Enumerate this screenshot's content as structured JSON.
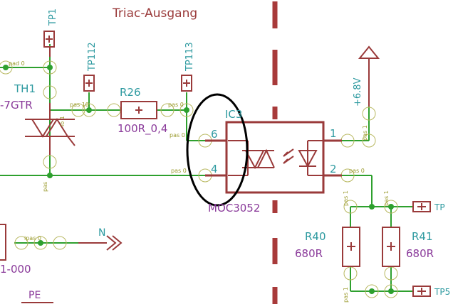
{
  "title": "Triac-Ausgang",
  "components": {
    "tp1": "TP1",
    "tp112": "TP112",
    "tp113": "TP113",
    "tp_right_top": "TP",
    "tp_right_bottom": "TP5",
    "th1": "TH1",
    "th1_value": "-7GTR",
    "r26": "R26",
    "r26_value": "100R_0,4",
    "ic3": "IC3",
    "ic3_value": "MOC3052",
    "r40": "R40",
    "r40_value": "680R",
    "r41": "R41",
    "r41_value": "680R",
    "vcc": "+6.8V",
    "n_net": "N",
    "pe_net": "PE",
    "left_part_value": "1-000"
  },
  "pins": {
    "p1": "1",
    "p2": "2",
    "p4": "4",
    "p6": "6"
  },
  "pad_labels": {
    "pad0": "pad 0",
    "pas0": "pas 0",
    "pas1": "pas 1",
    "pas10": "pas 10",
    "io1": "io 1",
    "io": "io",
    "pas": "pas",
    "ipas": "ipas 0"
  },
  "colors": {
    "component": "#9a3a3a",
    "net": "#2ea02e",
    "pad": "#9a9a2c",
    "pin_number": "#2e9aa0",
    "value_text": "#8a3a9a",
    "highlight_ellipse": "#000000"
  }
}
